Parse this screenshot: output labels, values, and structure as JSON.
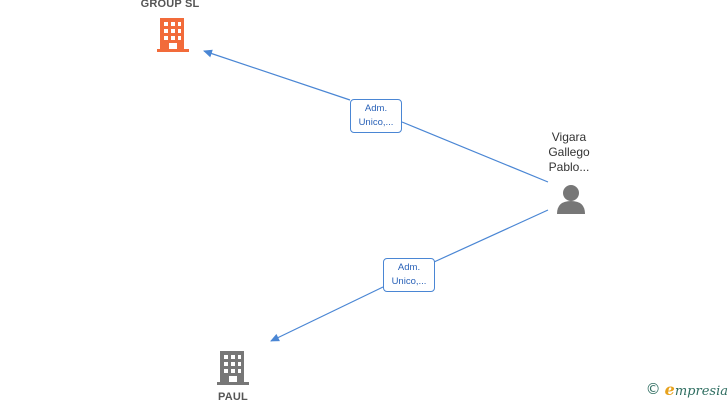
{
  "nodes": {
    "company_top": {
      "label": "GROUP  SL",
      "color": "#f26b3a",
      "icon": "building-icon"
    },
    "company_bottom": {
      "label": "PAUL",
      "color": "#777777",
      "icon": "building-icon"
    },
    "person": {
      "label_lines": [
        "Vigara",
        "Gallego",
        "Pablo..."
      ],
      "color": "#777777",
      "icon": "person-icon"
    }
  },
  "edges": [
    {
      "from": "person",
      "to": "company_top",
      "label_lines": [
        "Adm.",
        "Unico,..."
      ]
    },
    {
      "from": "person",
      "to": "company_bottom",
      "label_lines": [
        "Adm.",
        "Unico,..."
      ]
    }
  ],
  "brand": {
    "copyright": "©",
    "initial": "e",
    "rest": "mpresia"
  },
  "colors": {
    "edge": "#4a86d4"
  }
}
